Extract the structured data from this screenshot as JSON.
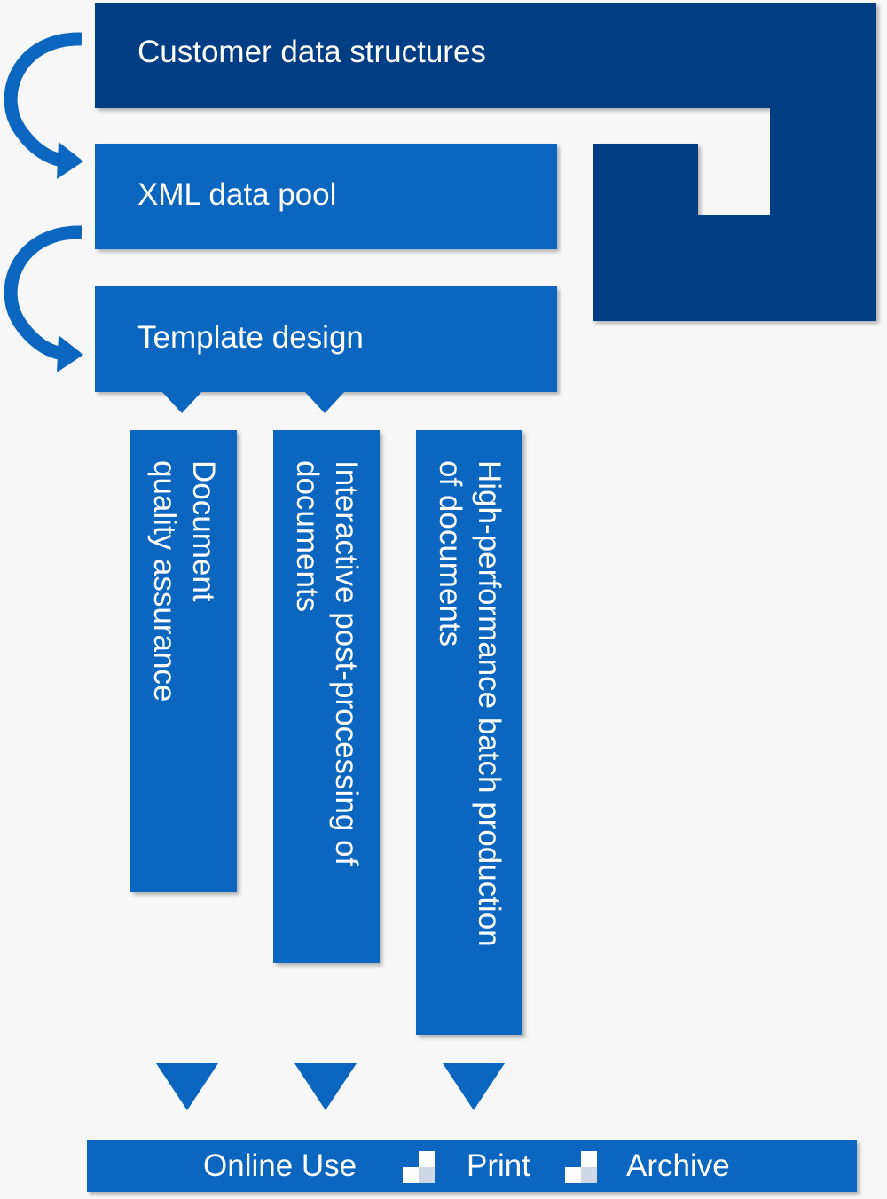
{
  "steps": {
    "customer": "Customer data structures",
    "xml": "XML data pool",
    "template": "Template design"
  },
  "columns": [
    {
      "text": "Document\nquality assurance"
    },
    {
      "text": "Interactive post-processing of\ndocuments"
    },
    {
      "text": "High-performance batch production\nof documents"
    }
  ],
  "outputs": {
    "online": "Online Use",
    "print": "Print",
    "archive": "Archive"
  },
  "colors": {
    "dark_blue": "#043d82",
    "mid_blue": "#0b66c0",
    "background": "#f7f7f7",
    "text": "#ffffff"
  },
  "icons": [
    "curved-arrow-icon",
    "down-triangle-icon",
    "separator-squares-icon"
  ]
}
